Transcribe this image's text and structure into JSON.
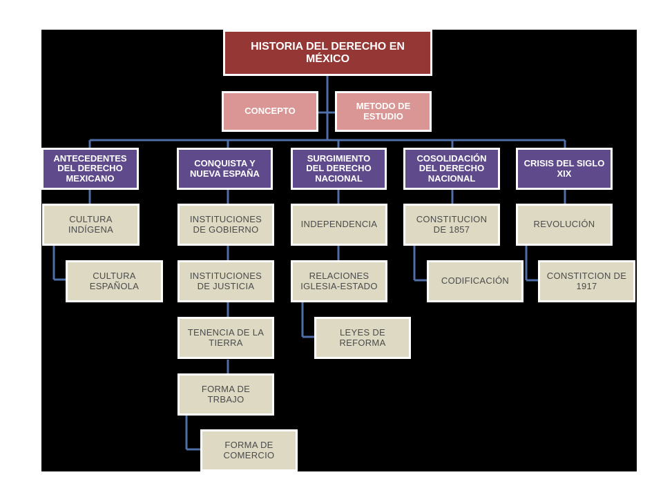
{
  "title": "HISTORIA DEL DERECHO EN\nMÉXICO",
  "top_boxes": [
    "CONCEPTO",
    "METODO DE\nESTUDIO"
  ],
  "columns": [
    {
      "header": "ANTECEDENTES\nDEL DERECHO\nMEXICANO",
      "items": [
        "CULTURA\nINDÍGENA",
        "CULTURA\nESPAÑOLA"
      ]
    },
    {
      "header": "CONQUISTA Y\nNUEVA ESPAÑA",
      "items": [
        "INSTITUCIONES\nDE GOBIERNO",
        "INSTITUCIONES\nDE JUSTICIA",
        "TENENCIA DE LA\nTIERRA",
        "FORMA DE\nTRBAJO",
        "FORMA DE\nCOMERCIO"
      ]
    },
    {
      "header": "SURGIMIENTO\nDEL DERECHO\nNACIONAL",
      "items": [
        "INDEPENDENCIA",
        "RELACIONES\nIGLESIA-ESTADO",
        "LEYES DE\nREFORMA"
      ]
    },
    {
      "header": "COSOLIDACIÓN\nDEL DERECHO\nNACIONAL",
      "items": [
        "CONSTITUCION\nDE 1857",
        "CODIFICACIÓN"
      ]
    },
    {
      "header": "CRISIS  DEL SIGLO\nXIX",
      "items": [
        "REVOLUCIÓN",
        "CONSTITCION DE\n1917"
      ]
    }
  ],
  "colors": {
    "background": "#000000",
    "title_fill": "#953735",
    "pink_fill": "#d99694",
    "purple_fill": "#5f4b8b",
    "tan_fill": "#ddd9c3",
    "connector": "#4f6fa8"
  }
}
